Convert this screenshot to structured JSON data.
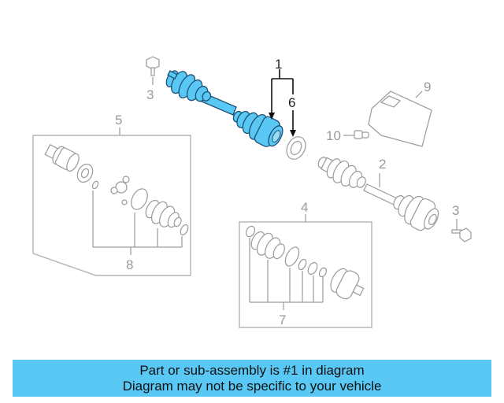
{
  "callouts": {
    "c1": "1",
    "c2": "2",
    "c3a": "3",
    "c3b": "3",
    "c4": "4",
    "c5": "5",
    "c6": "6",
    "c7": "7",
    "c8": "8",
    "c9": "9",
    "c10": "10"
  },
  "banner": {
    "line1": "Part or sub-assembly is #1 in diagram",
    "line2": "Diagram may not be specific to your vehicle"
  },
  "colors": {
    "highlight": "#5ac8f5",
    "banner_bg": "#5ac8f5",
    "outline": "#9a9a9a"
  }
}
